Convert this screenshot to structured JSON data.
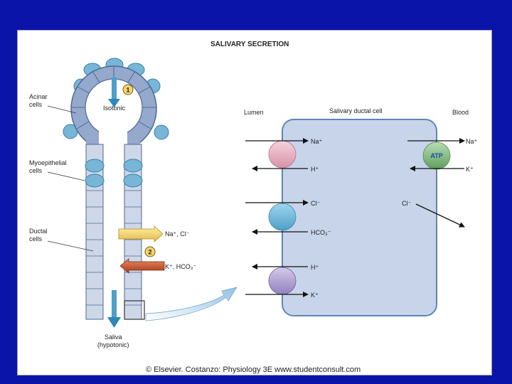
{
  "title": "SALIVARY SECRETION",
  "left": {
    "acinar_label_1": "Acinar",
    "acinar_label_2": "cells",
    "isotonic": "Isotonic",
    "step1": "1",
    "myo_label_1": "Myoepithelial",
    "myo_label_2": "cells",
    "ductal_label_1": "Ductal",
    "ductal_label_2": "cells",
    "secreted_ions": "Na⁺, Cl⁻",
    "step2": "2",
    "absorbed_ions": "K⁺, HCO₃⁻",
    "saliva_1": "Saliva",
    "saliva_2": "(hypotonic)"
  },
  "right": {
    "lumen": "Lumen",
    "cell_title": "Salivary ductal cell",
    "blood": "Blood",
    "left_ions": [
      "Na⁺",
      "H⁺",
      "Cl⁻",
      "HCO₃⁻",
      "H⁺",
      "K⁺"
    ],
    "atp": "ATP",
    "blood_na": "Na⁺",
    "blood_k": "K⁺",
    "cl_inside": "Cl⁻"
  },
  "credit": "© Elsevier. Costanzo: Physiology 3E www.studentconsult.com",
  "colors": {
    "background": "#0a14a8",
    "cell_fill": "#c7d4ea",
    "cell_stroke": "#5d86b4",
    "duct_fill": "#cdd7e8",
    "acinar_fill": "#95a9cc",
    "myo_fill": "#77b6d6",
    "transporter_pink": "#e8b0bf",
    "transporter_blue": "#71bde2",
    "transporter_purple": "#b2a3d4",
    "atp_green": "#7cb77b",
    "atp_text": "#1a4aa8",
    "yellow_arrow": "#f5d66a",
    "red_arrow": "#c8542e"
  }
}
